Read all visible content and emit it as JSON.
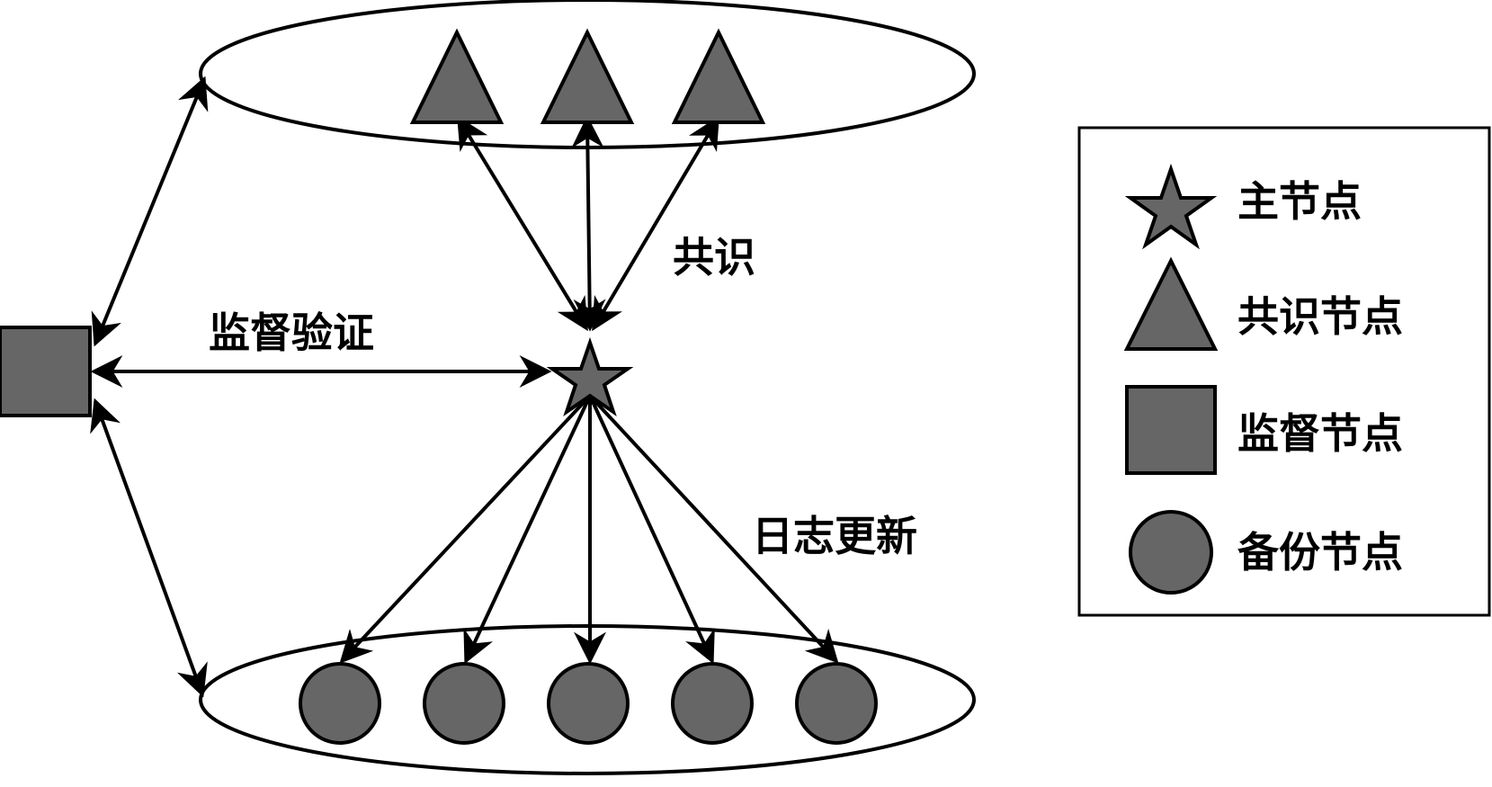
{
  "labels": {
    "consensus": "共识",
    "supervision": "监督验证",
    "log_update": "日志更新"
  },
  "legend": {
    "primary": "主节点",
    "consensus": "共识节点",
    "supervisor": "监督节点",
    "backup": "备份节点"
  },
  "colors": {
    "node_fill": "#666666",
    "stroke": "#000000",
    "background": "#ffffff"
  },
  "icons": {
    "primary": "star-icon",
    "consensus": "triangle-icon",
    "supervisor": "square-icon",
    "backup": "circle-icon"
  }
}
